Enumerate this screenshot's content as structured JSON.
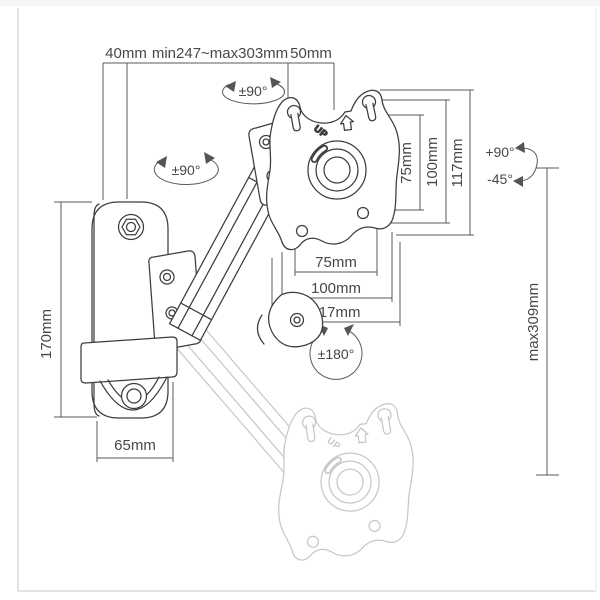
{
  "colors": {
    "artwork_line": "#3d3d3d",
    "dimension_line": "#5a5a5a",
    "ghost_line": "#c7c7c7",
    "label_text": "#474747",
    "frame_border": "#c9c9c9",
    "background": "#ffffff"
  },
  "dims": {
    "top": {
      "a": "40mm",
      "b": "min247~max303mm",
      "c": "50mm"
    },
    "vesa_vertical": {
      "v75": "75mm",
      "v100": "100mm",
      "v117": "117mm"
    },
    "vesa_horizontal": {
      "h75": "75mm",
      "h100": "100mm",
      "h117": "117mm"
    },
    "wall": {
      "height": "170mm",
      "width": "65mm"
    },
    "reach": {
      "max_height": "max309mm"
    }
  },
  "rotations": {
    "plate_swivel": "±90°",
    "arm_swivel": "±90°",
    "tilt_up": "+90°",
    "tilt_down": "-45°",
    "plate_rotation": "±180°"
  },
  "markings": {
    "up_main": "UP",
    "up_ghost": "UP"
  }
}
